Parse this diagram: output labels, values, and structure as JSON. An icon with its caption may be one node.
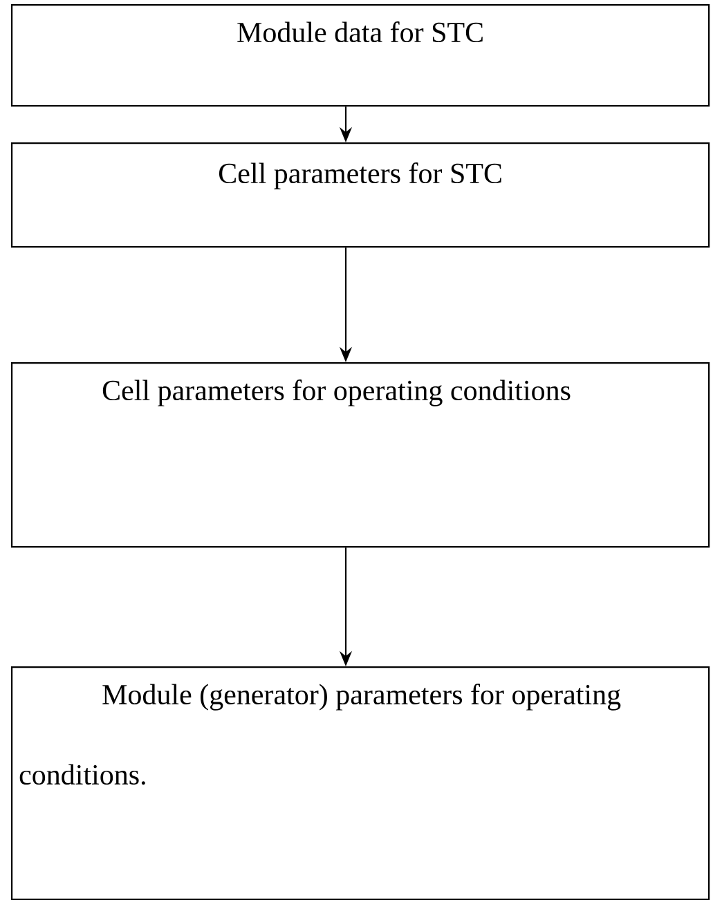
{
  "diagram": {
    "nodes": [
      {
        "text": [
          "Module data for STC"
        ]
      },
      {
        "text": [
          "Cell parameters for STC"
        ]
      },
      {
        "text": [
          "Cell parameters for operating conditions"
        ]
      },
      {
        "text": [
          "Module (generator) parameters for operating conditions."
        ]
      }
    ],
    "edges": [
      {
        "from": 0,
        "to": 1,
        "arrow": "to"
      },
      {
        "from": 1,
        "to": 2,
        "arrow": "to"
      },
      {
        "from": 2,
        "to": 3,
        "arrow": "to"
      }
    ]
  }
}
